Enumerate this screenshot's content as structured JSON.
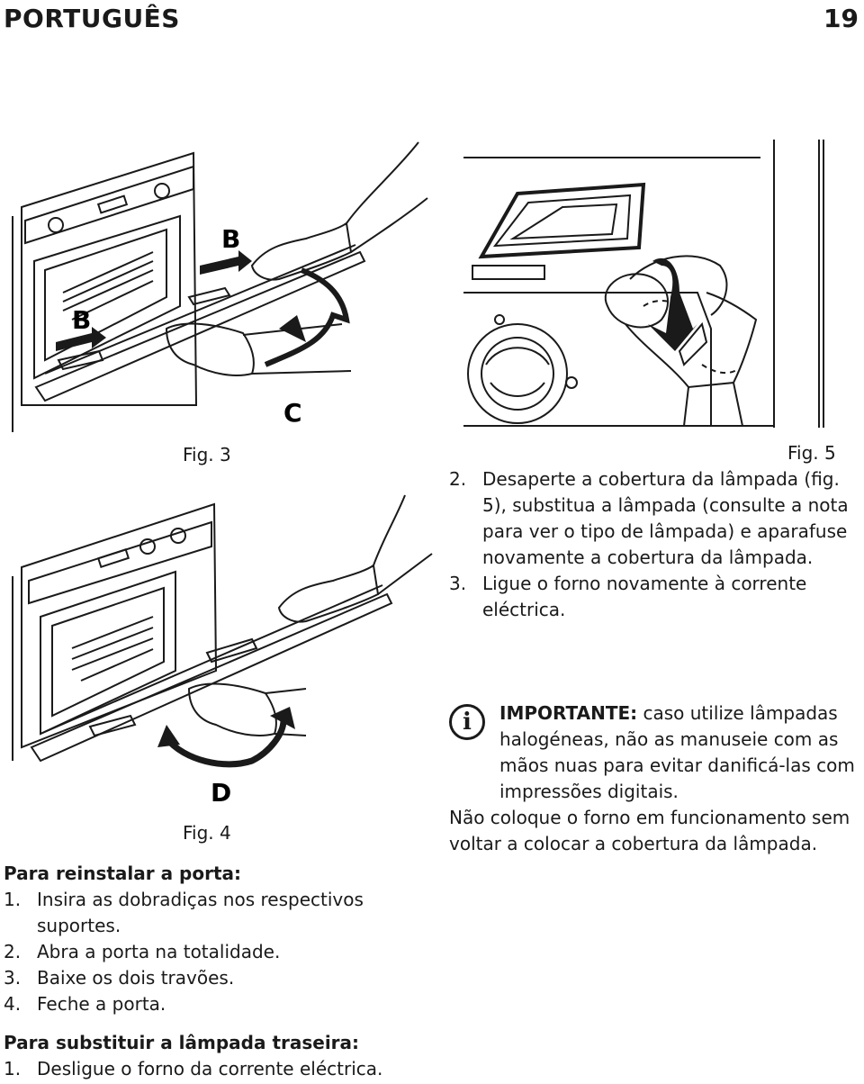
{
  "header": {
    "language": "PORTUGUÊS",
    "page_number": "19"
  },
  "figures": {
    "fig3": {
      "caption": "Fig. 3",
      "label_b1": "B",
      "label_b2": "B",
      "label_c": "C"
    },
    "fig4": {
      "caption": "Fig. 4",
      "label_d": "D"
    },
    "fig5": {
      "caption": "Fig. 5"
    }
  },
  "replace_lamp_steps": [
    {
      "num": "2.",
      "text": "Desaperte a cobertura da lâmpada (fig. 5), substitua a lâmpada (consulte a nota para ver o tipo de lâmpada) e aparafuse novamente a cobertura da lâmpada."
    },
    {
      "num": "3.",
      "text": "Ligue o forno novamente à corrente eléctrica."
    }
  ],
  "important_note": {
    "icon": "info-icon",
    "label": "IMPORTANTE:",
    "text": " caso utilize lâmpadas halogéneas, não as manuseie com as mãos nuas para evitar danificá-las com impressões digitais.",
    "text2": "Não coloque o forno em funcionamento sem voltar a colocar a cobertura da lâmpada."
  },
  "reinstall_door": {
    "heading": "Para reinstalar a porta:",
    "steps": [
      {
        "num": "1.",
        "text": "Insira as dobradiças nos respectivos suportes."
      },
      {
        "num": "2.",
        "text": "Abra a porta na totalidade."
      },
      {
        "num": "3.",
        "text": "Baixe os dois travões."
      },
      {
        "num": "4.",
        "text": "Feche a porta."
      }
    ]
  },
  "replace_rear_lamp": {
    "heading": "Para substituir a lâmpada traseira:",
    "steps": [
      {
        "num": "1.",
        "text": "Desligue o forno da corrente eléctrica."
      }
    ]
  }
}
